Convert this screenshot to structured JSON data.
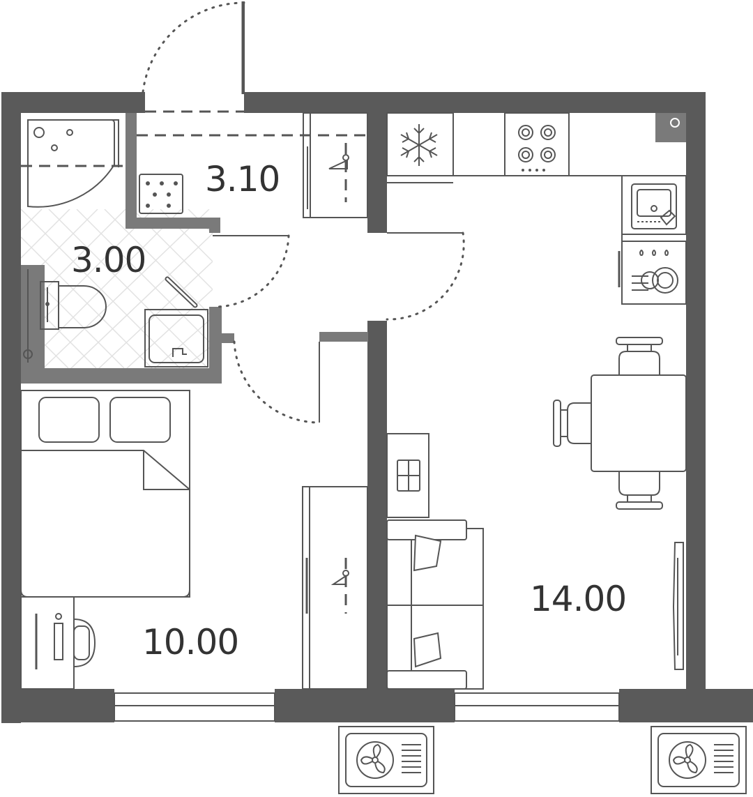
{
  "plan": {
    "colors": {
      "wall": "#5a5a5a",
      "partition": "#7a7a7a",
      "line": "#555555",
      "text": "#333333",
      "background": "#ffffff"
    },
    "rooms": [
      {
        "id": "hallway",
        "area": "3.10"
      },
      {
        "id": "bathroom",
        "area": "3.00"
      },
      {
        "id": "bedroom",
        "area": "10.00"
      },
      {
        "id": "kitchen-living",
        "area": "14.00"
      }
    ],
    "icons": [
      "snowflake-icon",
      "cooktop-icon",
      "sink-icon",
      "dishwasher-icon",
      "washing-machine-icon",
      "shower-icon",
      "toilet-icon",
      "washbasin-icon",
      "hanger-icon",
      "fan-icon"
    ]
  }
}
